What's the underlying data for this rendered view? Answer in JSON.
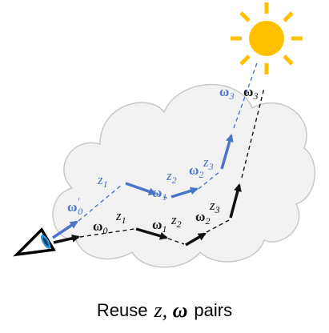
{
  "caption": {
    "word": "Reuse",
    "math_z": "z,",
    "math_omega": "ω",
    "rest": "pairs"
  },
  "labels": {
    "blue": {
      "w0": "ω",
      "w0_sup": "′",
      "w0_sub": "0",
      "z1": "z",
      "z1_sub": "1",
      "w1": "ω",
      "w1_sub": "1",
      "z2": "z",
      "z2_sub": "2",
      "w2": "ω",
      "w2_sub": "2",
      "z3": "z",
      "z3_sub": "3",
      "w3": "ω",
      "w3_sub": "3"
    },
    "dark": {
      "w0": "ω",
      "w0_sub": "0",
      "z1": "z",
      "z1_sub": "1",
      "w1": "ω",
      "w1_sub": "1",
      "z2": "z",
      "z2_sub": "2",
      "w2": "ω",
      "w2_sub": "2",
      "z3": "z",
      "z3_sub": "3",
      "w3": "ω",
      "w3_sub": "3"
    }
  },
  "colors": {
    "blue_path": "#4a74c9",
    "dark_path": "#111111",
    "cloud_fill": "#f2f2f2",
    "cloud_stroke": "#c8c8c8",
    "sun_fill": "#ffc000",
    "eye_iris": "#2a93d8"
  },
  "icons": {
    "sun": "sun-icon",
    "eye": "eye-icon",
    "cloud": "cloud-shape"
  }
}
